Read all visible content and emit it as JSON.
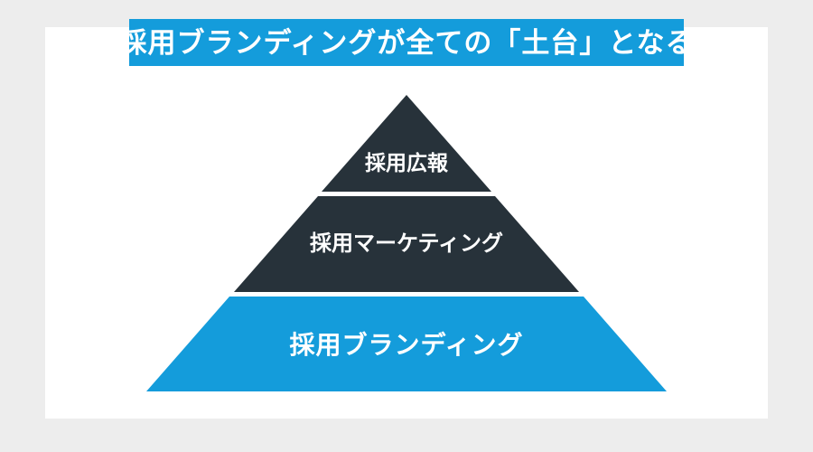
{
  "page": {
    "background_color": "#EDEDED",
    "card_color": "#FFFFFF"
  },
  "banner": {
    "text": "採用ブランディングが全ての「土台」となる",
    "background_color": "#149CDB",
    "text_color": "#FFFFFF"
  },
  "pyramid": {
    "tiers": [
      {
        "label": "採用広報",
        "fill": "#27323A",
        "text_color": "#FFFFFF"
      },
      {
        "label": "採用マーケティング",
        "fill": "#27323A",
        "text_color": "#FFFFFF"
      },
      {
        "label": "採用ブランディング",
        "fill": "#149CDB",
        "text_color": "#FFFFFF"
      }
    ]
  }
}
